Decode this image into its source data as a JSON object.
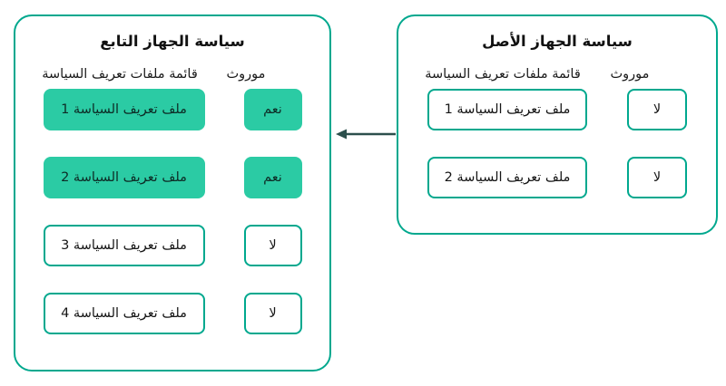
{
  "colors": {
    "accent": "#00a88e",
    "filled": "#2bcba4",
    "arrow": "#2c4f4c",
    "text": "#151515",
    "background": "#ffffff"
  },
  "panels": [
    {
      "id": "child",
      "title": "سياسة الجهاز التابع",
      "columns": {
        "profiles": "قائمة ملفات تعريف السياسة",
        "inherited": "موروث"
      },
      "rows": [
        {
          "profile": "ملف تعريف السياسة 1",
          "inherited": "نعم",
          "filled": true
        },
        {
          "profile": "ملف تعريف السياسة 2",
          "inherited": "نعم",
          "filled": true
        },
        {
          "profile": "ملف تعريف السياسة 3",
          "inherited": "لا",
          "filled": false
        },
        {
          "profile": "ملف تعريف السياسة 4",
          "inherited": "لا",
          "filled": false
        }
      ]
    },
    {
      "id": "parent",
      "title": "سياسة الجهاز الأصل",
      "columns": {
        "profiles": "قائمة ملفات تعريف السياسة",
        "inherited": "موروث"
      },
      "rows": [
        {
          "profile": "ملف تعريف السياسة 1",
          "inherited": "لا",
          "filled": false
        },
        {
          "profile": "ملف تعريف السياسة 2",
          "inherited": "لا",
          "filled": false
        }
      ]
    }
  ],
  "connector": {
    "name": "inheritance-arrow",
    "direction": "right-to-left",
    "from_panel": "parent",
    "to_panel": "child"
  }
}
